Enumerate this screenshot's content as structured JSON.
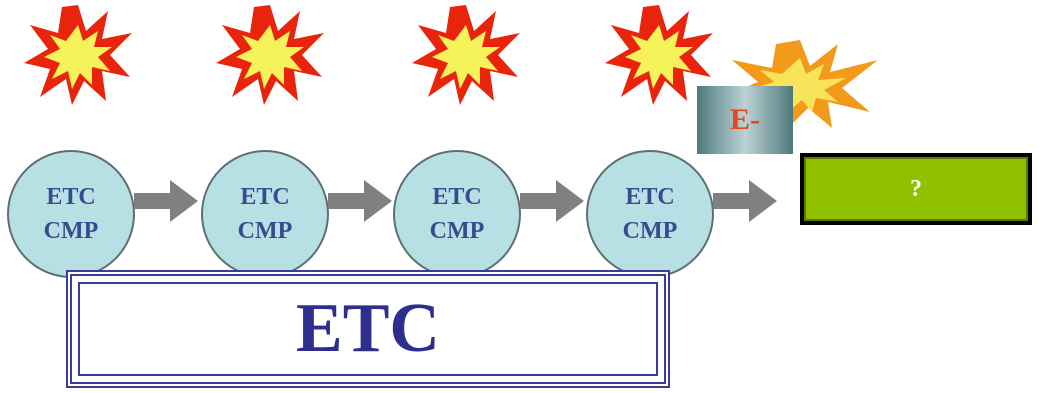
{
  "nodes": [
    {
      "line1": "ETC",
      "line2": "CMP"
    },
    {
      "line1": "ETC",
      "line2": "CMP"
    },
    {
      "line1": "ETC",
      "line2": "CMP"
    },
    {
      "line1": "ETC",
      "line2": "CMP"
    }
  ],
  "electron_label": "E-",
  "result_label": "?",
  "main_label": "ETC",
  "colors": {
    "node_fill": "#b6e0e3",
    "node_text": "#3a4a8f",
    "arrow": "#808080",
    "burst_outer": "#e8240c",
    "burst_inner": "#f6f35a",
    "result_fill": "#8fc100",
    "electron_text": "#e8461a",
    "main_text": "#2e2e8e"
  },
  "icons": [
    "explosion-burst-icon",
    "right-arrow-icon"
  ]
}
